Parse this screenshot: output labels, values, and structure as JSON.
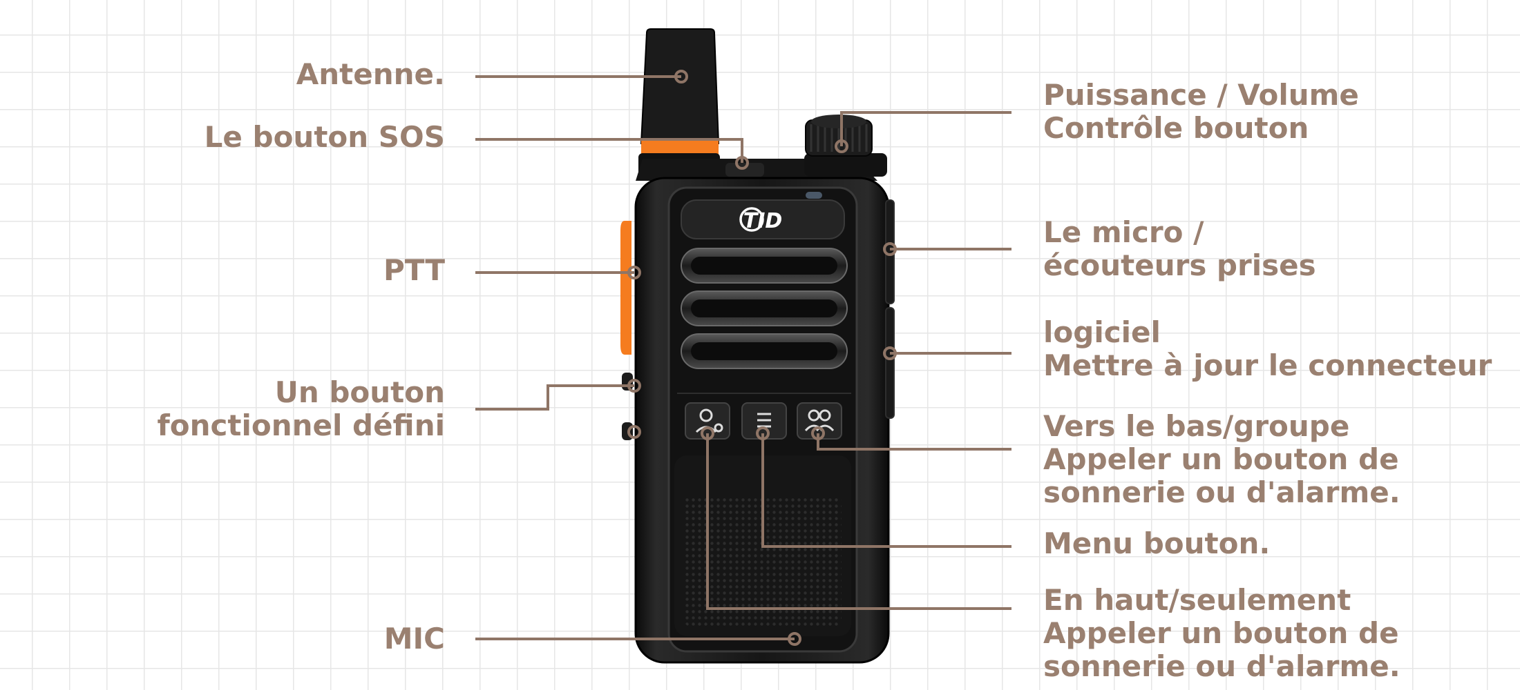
{
  "brand": {
    "logo_text": "TID"
  },
  "colors": {
    "label": "#9a8070",
    "leader": "#8f7566",
    "body": "#141414",
    "accent": "#f57c1f"
  },
  "labels": {
    "antenna": "Antenne.",
    "sos": "Le bouton SOS",
    "ptt": "PTT",
    "function_button": [
      "Un bouton",
      "fonctionnel défini"
    ],
    "mic": "MIC",
    "power_volume": [
      "Puissance / Volume",
      "Contrôle bouton"
    ],
    "mic_earphone_jack": [
      "Le micro /",
      "écouteurs prises"
    ],
    "software_update": [
      "logiciel",
      "Mettre à jour le connecteur"
    ],
    "down_group": [
      "Vers le bas/groupe",
      "Appeler un bouton de",
      "sonnerie ou d'alarme."
    ],
    "menu": "Menu bouton.",
    "up_single": [
      "En haut/seulement",
      "Appeler un bouton de",
      "sonnerie ou d'alarme."
    ]
  },
  "icons": {
    "front_left": "single-call-icon",
    "front_center": "menu-icon",
    "front_right": "group-call-icon"
  }
}
